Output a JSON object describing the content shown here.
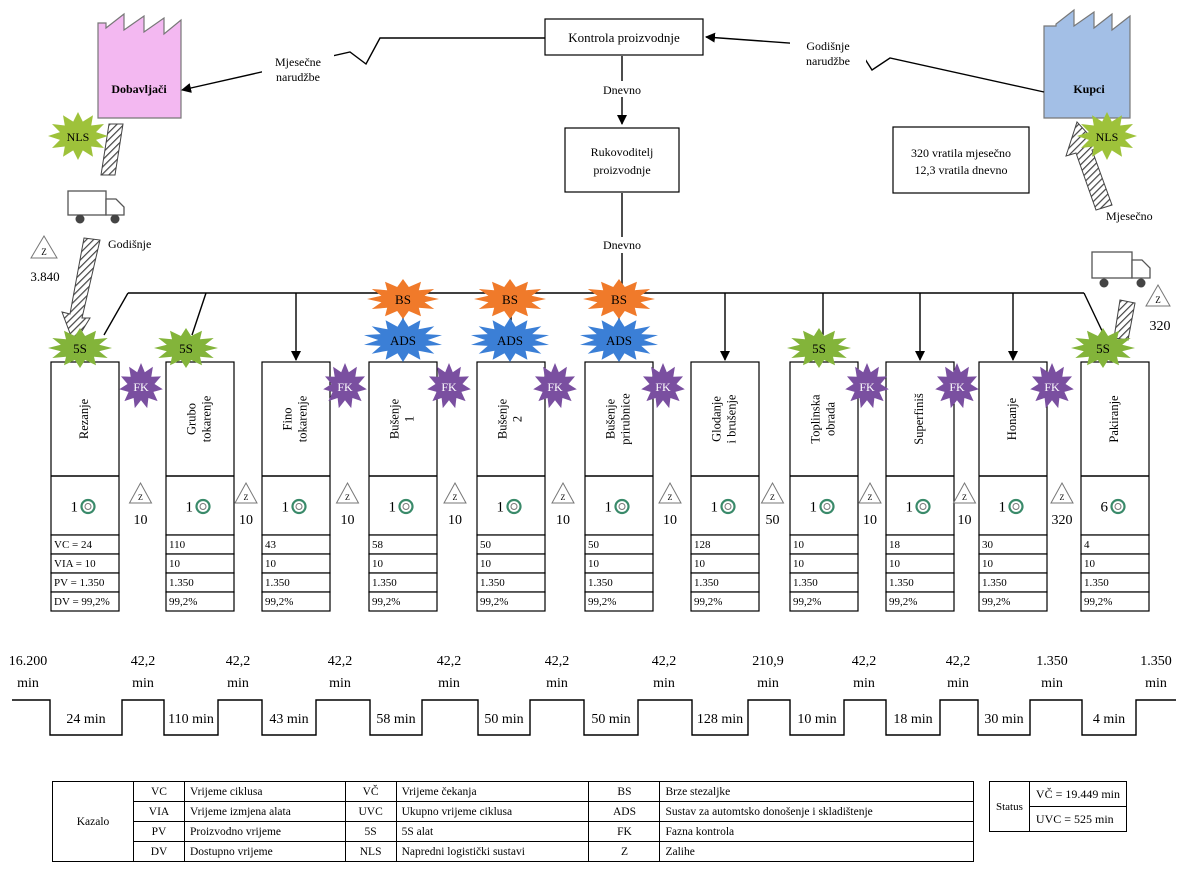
{
  "control": {
    "name": "Kontrola proizvodnje"
  },
  "manager": {
    "line1": "Rukovoditelj",
    "line2": "proizvodnje"
  },
  "daily_top": "Dnevno",
  "daily_bottom": "Dnevno",
  "supplier": {
    "name": "Dobavljači",
    "order_line1": "Mjesečne",
    "order_line2": "narudžbe",
    "shipment": "Godišnje",
    "inventory": "3.840"
  },
  "customer": {
    "name": "Kupci",
    "order_line1": "Godišnje",
    "order_line2": "narudžbe",
    "demand_line1": "320 vratila mjesečno",
    "demand_line2": "12,3 vratila dnevno",
    "shipment": "Mjesečno",
    "inventory": "320"
  },
  "bursts": {
    "nls": "NLS",
    "fives": "5S",
    "fk": "FK",
    "bs": "BS",
    "ads": "ADS"
  },
  "inventory_symbol": "Z",
  "processes": [
    {
      "name": "Rezanje",
      "operators": "1",
      "vc": "VC = 24",
      "via": "VIA = 10",
      "pv": "PV = 1.350",
      "dv": "DV = 99,2%"
    },
    {
      "name": "Grubo tokarenje",
      "operators": "1",
      "vc": "110",
      "via": "10",
      "pv": "1.350",
      "dv": "99,2%"
    },
    {
      "name": "Fino tokarenje",
      "operators": "1",
      "vc": "43",
      "via": "10",
      "pv": "1.350",
      "dv": "99,2%"
    },
    {
      "name": "Bušenje 1",
      "operators": "1",
      "vc": "58",
      "via": "10",
      "pv": "1.350",
      "dv": "99,2%"
    },
    {
      "name": "Bušenje 2",
      "operators": "1",
      "vc": "50",
      "via": "10",
      "pv": "1.350",
      "dv": "99,2%"
    },
    {
      "name": "Bušenje prirubnice",
      "operators": "1",
      "vc": "50",
      "via": "10",
      "pv": "1.350",
      "dv": "99,2%"
    },
    {
      "name": "Glodanje i brušenje",
      "operators": "1",
      "vc": "128",
      "via": "10",
      "pv": "1.350",
      "dv": "99,2%"
    },
    {
      "name": "Toplinska obrada",
      "operators": "1",
      "vc": "10",
      "via": "10",
      "pv": "1.350",
      "dv": "99,2%"
    },
    {
      "name": "Superfiniš",
      "operators": "1",
      "vc": "18",
      "via": "10",
      "pv": "1.350",
      "dv": "99,2%"
    },
    {
      "name": "Honanje",
      "operators": "1",
      "vc": "30",
      "via": "10",
      "pv": "1.350",
      "dv": "99,2%"
    },
    {
      "name": "Pakiranje",
      "operators": "6",
      "vc": "4",
      "via": "10",
      "pv": "1.350",
      "dv": "99,2%"
    }
  ],
  "inventories": [
    "10",
    "10",
    "10",
    "10",
    "10",
    "10",
    "50",
    "10",
    "10",
    "320"
  ],
  "timeline": {
    "unit": "min",
    "waits": [
      "16.200",
      "42,2",
      "42,2",
      "42,2",
      "42,2",
      "42,2",
      "42,2",
      "210,9",
      "42,2",
      "42,2",
      "1.350",
      "1.350"
    ],
    "cycles": [
      "24 min",
      "110 min",
      "43 min",
      "58 min",
      "50 min",
      "50 min",
      "128 min",
      "10 min",
      "18 min",
      "30 min",
      "4 min"
    ]
  },
  "legend": {
    "title": "Kazalo",
    "rows": [
      [
        "VC",
        "Vrijeme ciklusa",
        "VČ",
        "Vrijeme čekanja",
        "BS",
        "Brze stezaljke"
      ],
      [
        "VIA",
        "Vrijeme izmjena alata",
        "UVC",
        "Ukupno vrijeme ciklusa",
        "ADS",
        "Sustav za automtsko donošenje i skladištenje"
      ],
      [
        "PV",
        "Proizvodno vrijeme",
        "5S",
        "5S alat",
        "FK",
        "Fazna kontrola"
      ],
      [
        "DV",
        "Dostupno vrijeme",
        "NLS",
        "Napredni logistički sustavi",
        "Z",
        "Zalihe"
      ]
    ]
  },
  "status": {
    "label": "Status",
    "vc": "VČ = 19.449 min",
    "uvc": "UVC = 525 min"
  },
  "colors": {
    "supplier": "#f3b8f1",
    "customer": "#a3bfe6",
    "fives": "#83b43a",
    "nls": "#9ec23a",
    "fk": "#7a4fa0",
    "bs": "#f07a2a",
    "ads": "#3b7fd6"
  }
}
